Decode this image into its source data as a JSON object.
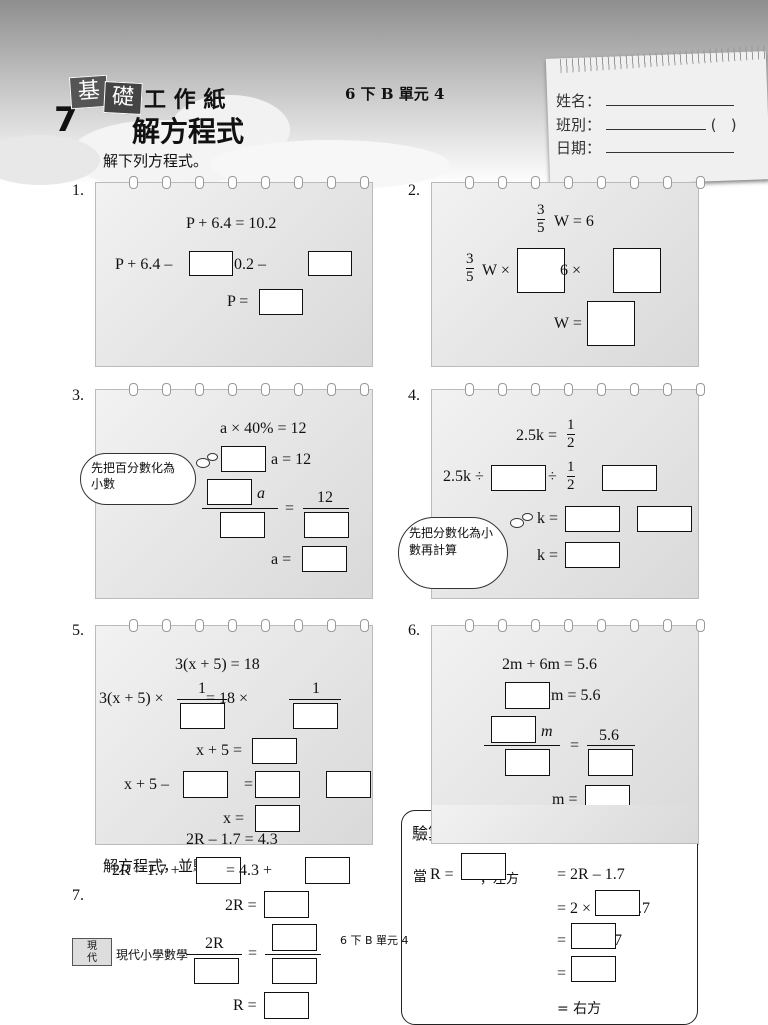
{
  "header": {
    "unit_number": "7",
    "badge_char1": "基",
    "badge_char2": "礎",
    "title_part": "工 作 紙",
    "subtitle": "解方程式",
    "book_ref": "6 下 B 單元 4",
    "instruction": "解下列方程式。"
  },
  "student_info": {
    "name_label": "姓名：",
    "class_label": "班別：",
    "class_paren": "(   )",
    "date_label": "日期："
  },
  "q1": {
    "num": "1.",
    "line1": "P + 6.4 = 10.2",
    "line2a": "P + 6.4 –",
    "line2b": "0.2 –",
    "line3": "P ="
  },
  "q2": {
    "num": "2.",
    "line1_frac_num": "3",
    "line1_frac_den": "5",
    "line1_rest": "W = 6",
    "line2_frac_num": "3",
    "line2_frac_den": "5",
    "line2_a": "W ×",
    "line2_b": "6 ×",
    "line3": "W ="
  },
  "q3": {
    "num": "3.",
    "line1": "a × 40% = 12",
    "line2": "a = 12",
    "line3_var": "a",
    "line3_rhs": "12",
    "line4": "a =",
    "cloud": "先把百分數化為小數"
  },
  "q4": {
    "num": "4.",
    "line1_lhs": "2.5k =",
    "line1_num": "1",
    "line1_den": "2",
    "line2_a": "2.5k ÷",
    "line2_b": "÷",
    "line2_num": "1",
    "line2_den": "2",
    "line3": "k =",
    "line4": "k =",
    "cloud": "先把分數化為小數再計算"
  },
  "q5": {
    "num": "5.",
    "line1": "3(x + 5) = 18",
    "line2_a": "3(x + 5) ×",
    "line2_num": "1",
    "line2_b": "= 18 ×",
    "line2_num2": "1",
    "line3": "x + 5 =",
    "line4_a": "x + 5 –",
    "line4_b": "=",
    "line5": "x ="
  },
  "q6": {
    "num": "6.",
    "line1": "2m + 6m = 5.6",
    "line2": "m = 5.6",
    "line3_var": "m",
    "line3_rhs": "5.6",
    "line4": "m ="
  },
  "q7": {
    "num": "7.",
    "line1": "2R – 1.7 = 4.3",
    "line2_a": "2R – 1.7 +",
    "line2_b": "= 4.3 +",
    "line3": "2R =",
    "line4_num": "2R",
    "line5": "R =",
    "overlay": "解方程式，並驗算。"
  },
  "check_box": {
    "title": "驗算",
    "when": "當",
    "r_eq": "R =",
    "when_tail": "，左方",
    "rows": [
      "= 2R – 1.7",
      "= 2 ×",
      "= ",
      "=",
      "= 右方"
    ],
    "row2_tail": ".7",
    "row3_tail": "7"
  },
  "footer": {
    "publisher": "現代小學數學",
    "publisher_logo_1": "現",
    "publisher_logo_2": "代",
    "page_ref": "6 下 B 單元 4"
  }
}
